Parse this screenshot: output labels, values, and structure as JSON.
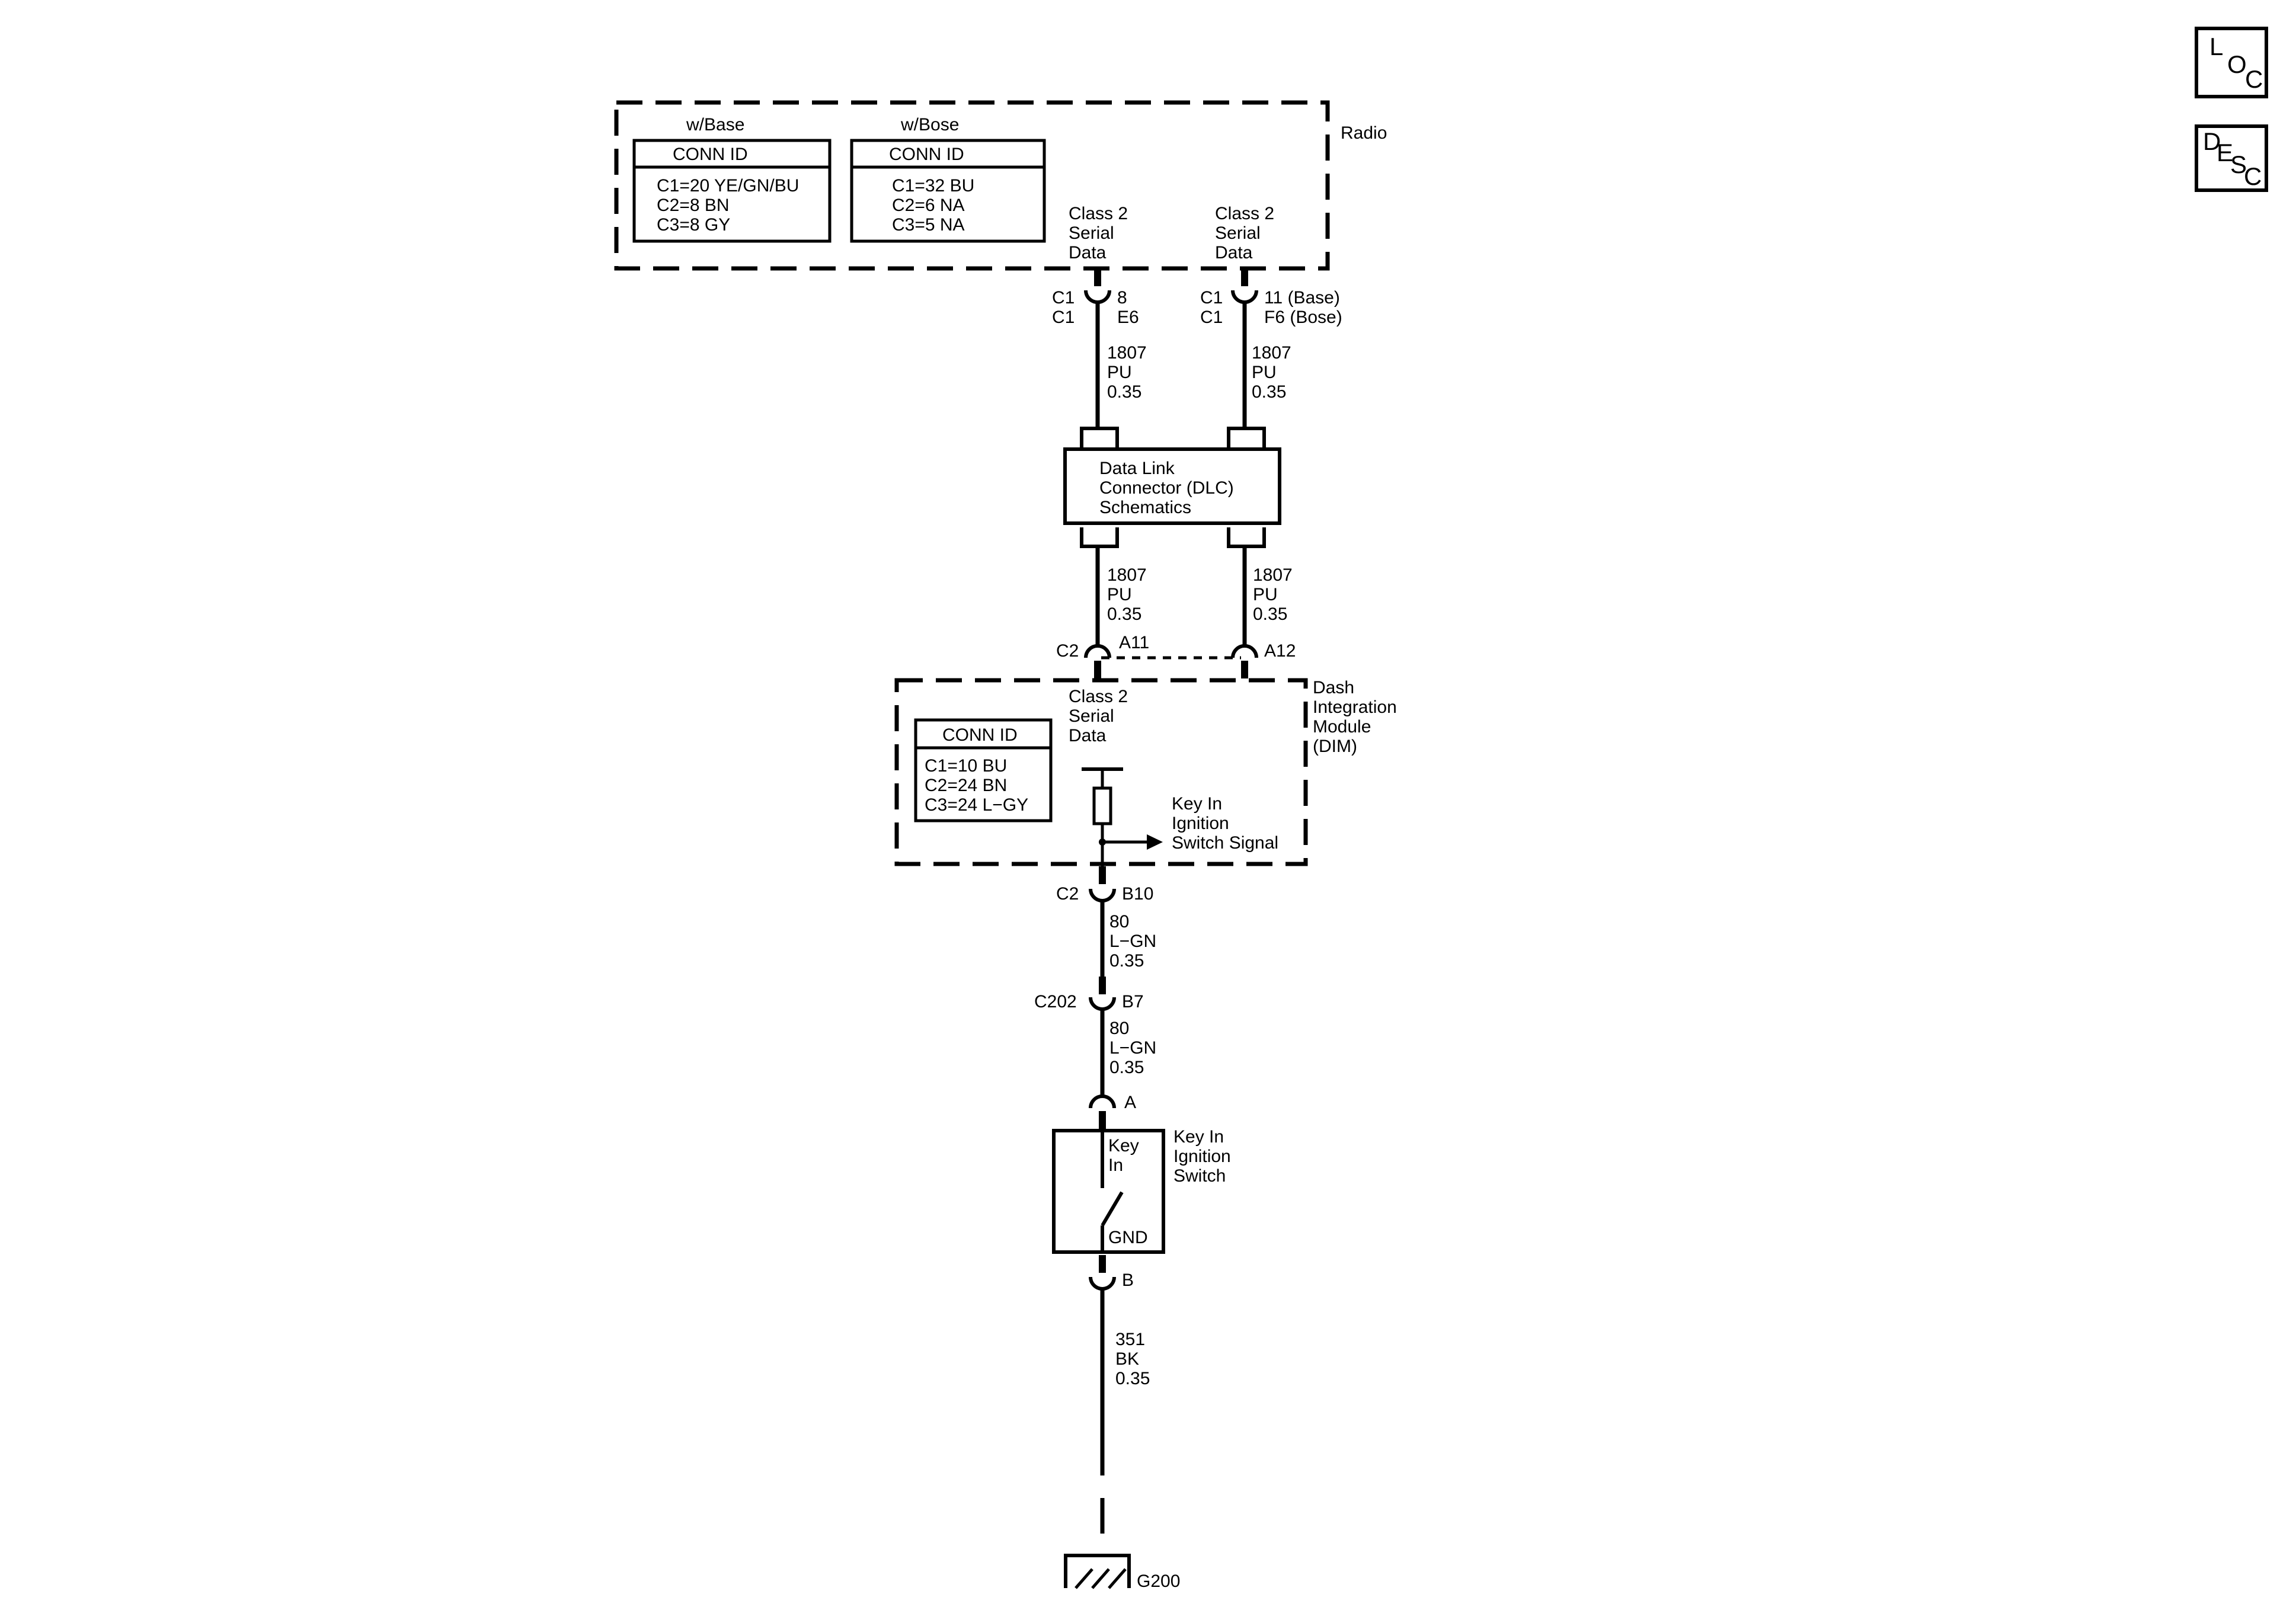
{
  "radio": {
    "label": "Radio",
    "base": {
      "option": "w/Base",
      "header": "CONN ID",
      "lines": [
        "C1=20 YE/GN/BU",
        "C2=8 BN",
        "C3=8 GY"
      ]
    },
    "bose": {
      "option": "w/Bose",
      "header": "CONN ID",
      "lines": [
        "C1=32 BU",
        "C2=6 NA",
        "C3=5 NA"
      ]
    },
    "serial_left": [
      "Class 2",
      "Serial",
      "Data"
    ],
    "serial_right": [
      "Class 2",
      "Serial",
      "Data"
    ],
    "pin_left": {
      "conn_top": "C1",
      "conn_bottom": "C1",
      "pin_top": "8",
      "pin_bottom": "E6"
    },
    "pin_right": {
      "conn_top": "C1",
      "conn_bottom": "C1",
      "pin_top": "11 (Base)",
      "pin_bottom": "F6 (Bose)"
    }
  },
  "wires": {
    "radio_dlc_left": [
      "1807",
      "PU",
      "0.35"
    ],
    "radio_dlc_right": [
      "1807",
      "PU",
      "0.35"
    ],
    "dlc_dim_left": [
      "1807",
      "PU",
      "0.35"
    ],
    "dlc_dim_right": [
      "1807",
      "PU",
      "0.35"
    ],
    "dim_c202": [
      "80",
      "L−GN",
      "0.35"
    ],
    "c202_switch": [
      "80",
      "L−GN",
      "0.35"
    ],
    "switch_ground": [
      "351",
      "BK",
      "0.35"
    ]
  },
  "dlc": {
    "lines": [
      "Data Link",
      "Connector (DLC)",
      "Schematics"
    ]
  },
  "dim": {
    "label": [
      "Dash",
      "Integration",
      "Module",
      "(DIM)"
    ],
    "serial": [
      "Class 2",
      "Serial",
      "Data"
    ],
    "conn_header": "CONN ID",
    "conn_lines": [
      "C1=10 BU",
      "C2=24 BN",
      "C3=24 L−GY"
    ],
    "signal": [
      "Key In",
      "Ignition",
      "Switch Signal"
    ],
    "pins_top": {
      "conn": "C2",
      "left": "A11",
      "right": "A12"
    },
    "pin_bottom": {
      "conn": "C2",
      "pin": "B10"
    }
  },
  "c202": {
    "conn": "C202",
    "pin": "B7"
  },
  "switch": {
    "pin_top": "A",
    "pin_bottom": "B",
    "inner_top": [
      "Key",
      "In"
    ],
    "inner_bottom": "GND",
    "label": [
      "Key In",
      "Ignition",
      "Switch"
    ]
  },
  "ground": {
    "label": "G200"
  },
  "nav": {
    "loc": {
      "l": "L",
      "o": "O",
      "c": "C"
    },
    "desc": {
      "d": "D",
      "e": "E",
      "s": "S",
      "c": "C"
    }
  }
}
